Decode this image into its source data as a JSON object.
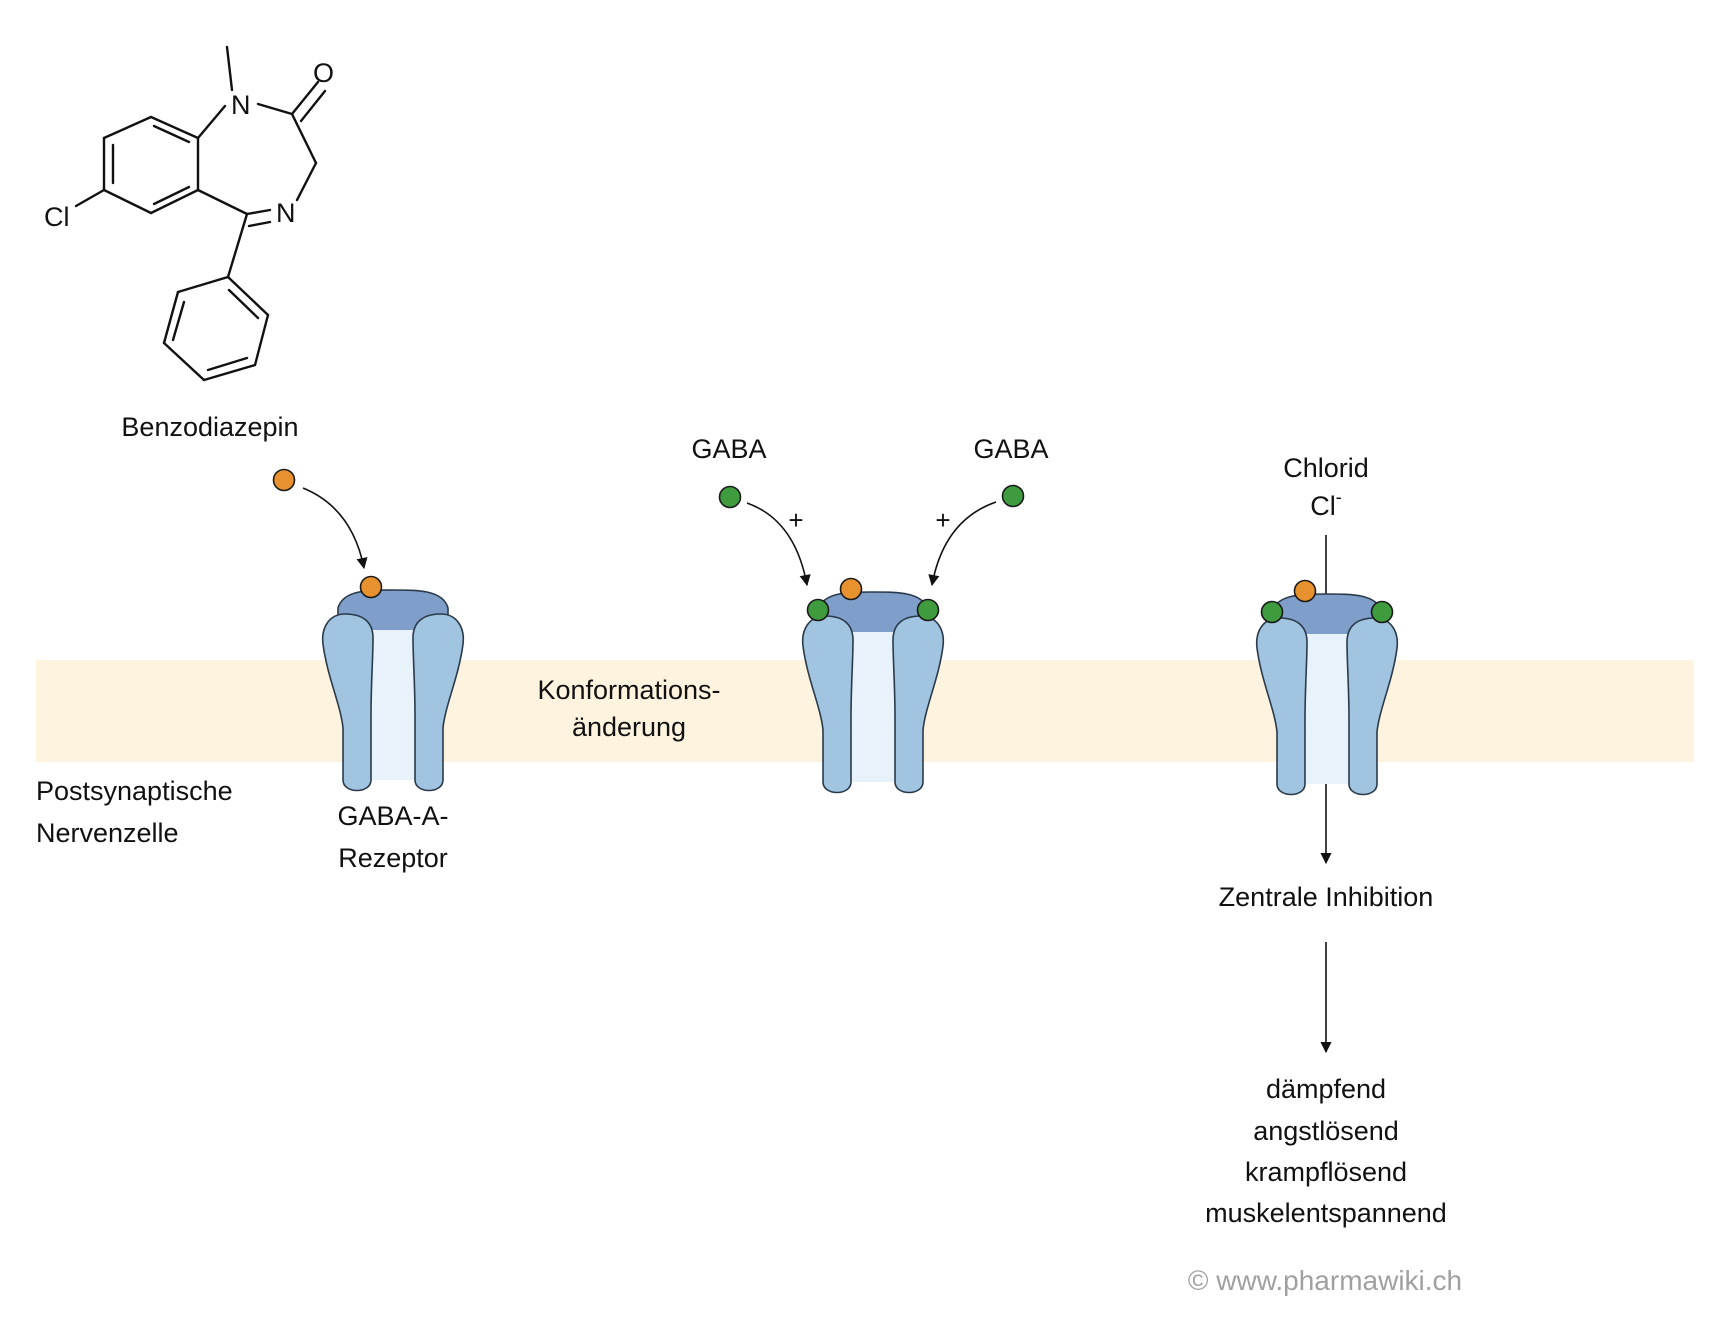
{
  "labels": {
    "benzodiazepine": "Benzodiazepin",
    "gaba_left": "GABA",
    "gaba_right": "GABA",
    "chloride_name": "Chlorid",
    "chloride_symbol": "Cl",
    "chloride_charge": "-",
    "conformation_1": "Konformations-",
    "conformation_2": "änderung",
    "cell_1": "Postsynaptische",
    "cell_2": "Nervenzelle",
    "receptor_1": "GABA-A-",
    "receptor_2": "Rezeptor",
    "inhibition": "Zentrale Inhibition",
    "plus_left": "+",
    "plus_right": "+",
    "watermark": "© www.pharmawiki.ch"
  },
  "effects": [
    "dämpfend",
    "angstlösend",
    "krampflösend",
    "muskelentspannend"
  ],
  "molecule": {
    "atoms": {
      "chlorine": "Cl",
      "nitrogen_1": "N",
      "nitrogen_2": "N",
      "oxygen": "O"
    }
  },
  "colors": {
    "membrane": "#fdf3df",
    "subunit": "#a1c4e0",
    "channel": "#e8f2fa",
    "receptor_top": "#7f9fca",
    "benzodiazepine_ligand": "#e8922f",
    "gaba_ligand": "#3e9b3e",
    "watermark": "#a0a0a0"
  }
}
